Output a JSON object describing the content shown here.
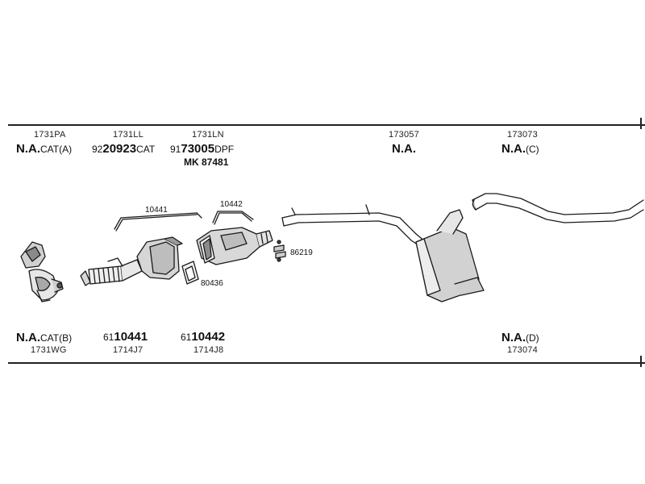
{
  "top": {
    "part1": {
      "code": "1731PA",
      "na": "N.A.",
      "suffix": "CAT(A)"
    },
    "part2": {
      "code": "1731LL",
      "prefix": "92",
      "number": "20923",
      "suffix": "CAT"
    },
    "part3": {
      "code": "1731LN",
      "prefix": "91",
      "number": "73005",
      "suffix": "DPF",
      "extra": "MK 87481"
    },
    "part4": {
      "code": "173057",
      "na": "N.A."
    },
    "part5": {
      "code": "173073",
      "na": "N.A.",
      "suffix": "(C)"
    }
  },
  "bottom": {
    "part1": {
      "na": "N.A.",
      "suffix": "CAT(B)",
      "code": "1731WG"
    },
    "part2": {
      "prefix": "61",
      "number": "10441",
      "code": "1714J7"
    },
    "part3": {
      "prefix": "61",
      "number": "10442",
      "code": "1714J8"
    },
    "part4": {
      "na": "N.A.",
      "suffix": "(D)",
      "code": "173074"
    }
  },
  "callouts": {
    "c1": "10441",
    "c2": "10442",
    "c3": "86219",
    "c4": "80436"
  }
}
